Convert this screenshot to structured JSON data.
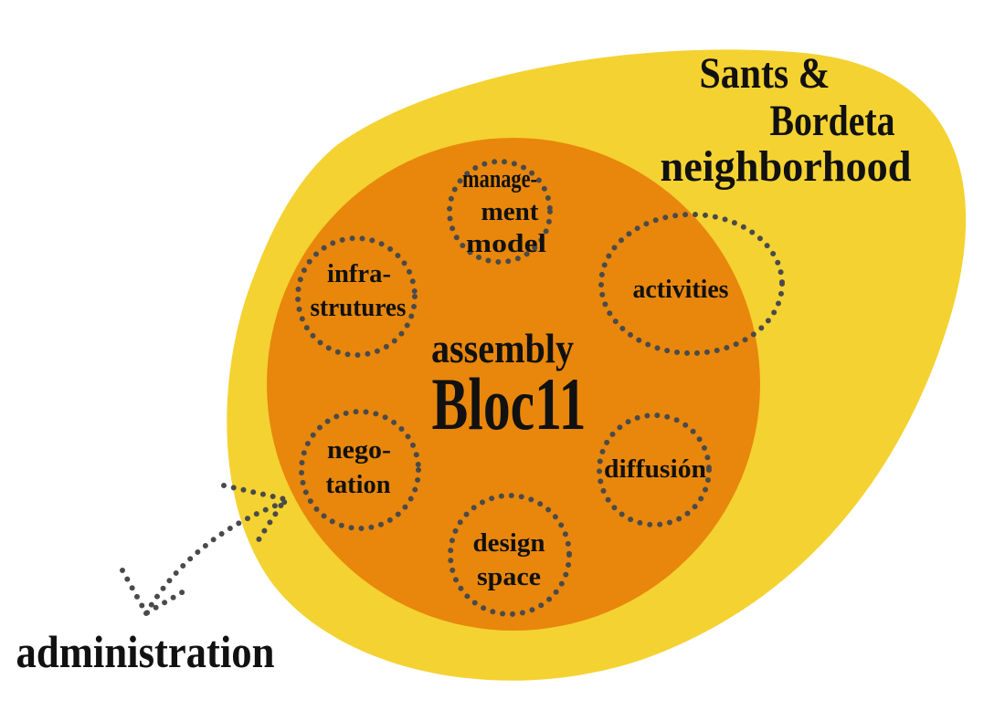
{
  "colors": {
    "neighborhood": "#F4D231",
    "assembly": "#E8870C",
    "dots": "#4a4a4a",
    "text": "#111111"
  },
  "neighborhood": {
    "line1": "Sants &",
    "line2": "Bordeta",
    "line3": "neighborhood"
  },
  "assembly": {
    "line1": "assembly",
    "line2": "Bloc11"
  },
  "nodes": {
    "management": {
      "line1": "manage-",
      "line2": "ment",
      "line3": "model"
    },
    "infrastructures": {
      "line1": "infra-",
      "line2": "strutures"
    },
    "activities": {
      "line1": "activities"
    },
    "negotiation": {
      "line1": "nego-",
      "line2": "tation"
    },
    "diffusion": {
      "line1": "diffusión"
    },
    "design_space": {
      "line1": "design",
      "line2": "space"
    }
  },
  "administration": {
    "label": "administration"
  }
}
